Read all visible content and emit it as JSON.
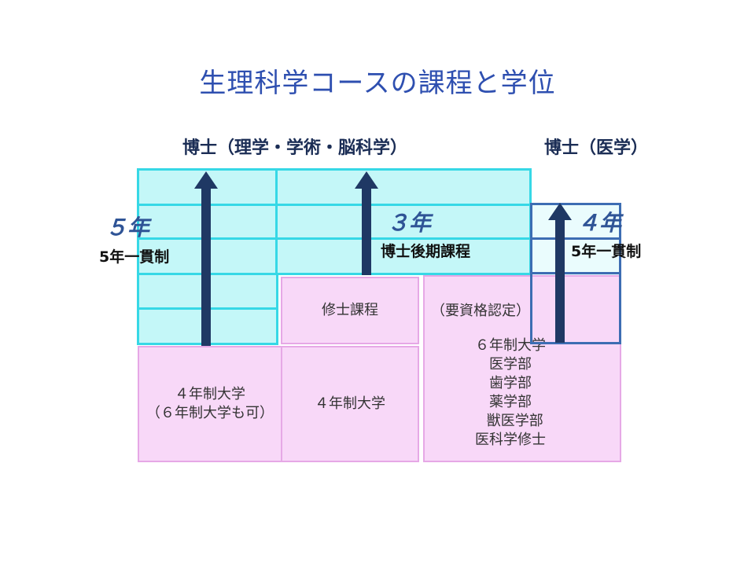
{
  "title": "生理科学コースの課程と学位",
  "headers": {
    "left": "博士（理学・学術・脳科学）",
    "right": "博士（医学）"
  },
  "labels": {
    "five_years": "５年",
    "five_integrated_left": "5年一貫制",
    "three_years": "３年",
    "doctoral_latter": "博士後期課程",
    "four_years": "４年",
    "five_integrated_right": "5年一貫制",
    "masters": "修士課程",
    "qualification": "（要資格認定）"
  },
  "undergrad": {
    "left_line1": "４年制大学",
    "left_line2": "（６年制大学も可）",
    "middle": "４年制大学",
    "right_lines": [
      "６年制大学",
      "医学部",
      "歯学部",
      "薬学部",
      "  獣医学部",
      "医科学修士"
    ]
  },
  "colors": {
    "title": "#2e4fb0",
    "cyan_fill": "#c4f7f8",
    "cyan_border": "#36d8e6",
    "pink_fill": "#f8d8f8",
    "pink_border": "#e6a8e6",
    "arrow": "#1f3864",
    "blue_border": "#3d6db3"
  }
}
